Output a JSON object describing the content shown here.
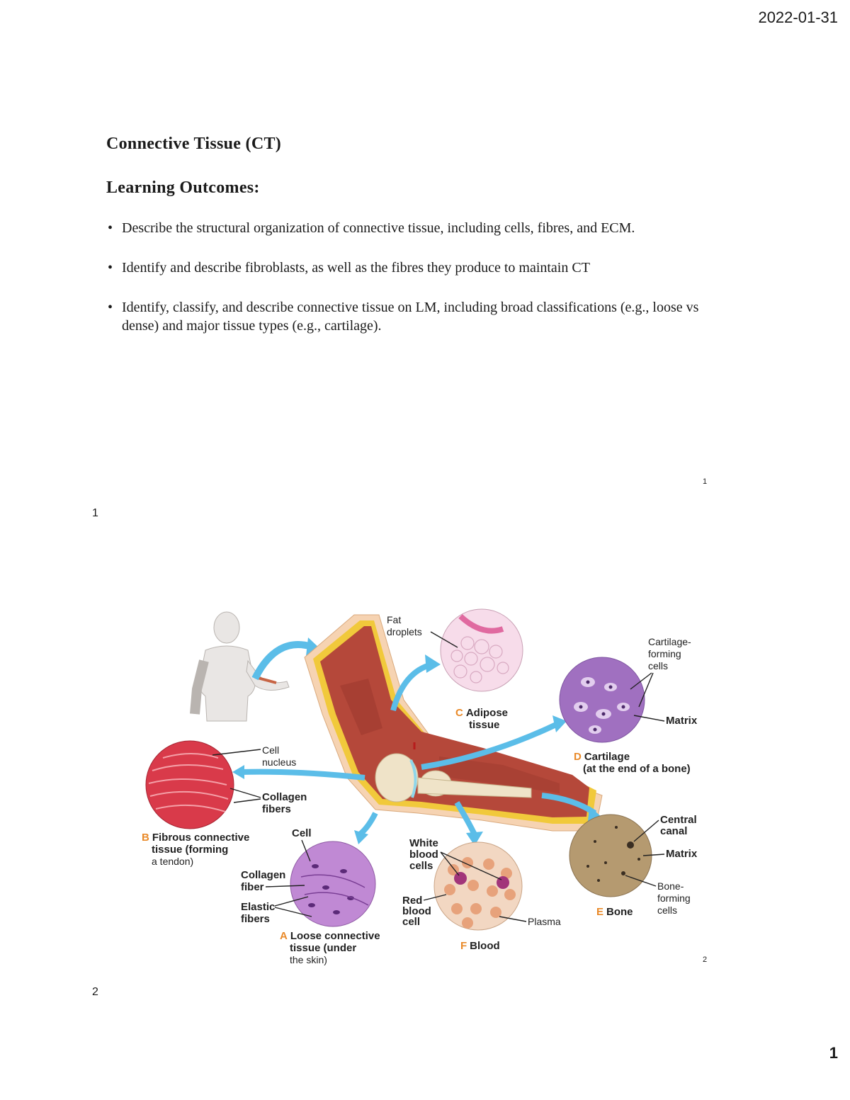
{
  "header": {
    "date": "2022-01-31"
  },
  "footer": {
    "page_number": "1"
  },
  "slide1": {
    "title": "Connective Tissue (CT)",
    "subtitle": "Learning Outcomes:",
    "outcomes": [
      "Describe the structural organization of  connective tissue, including cells, fibres, and ECM.",
      "Identify and describe fibroblasts, as well as the fibres they produce to maintain CT",
      "Identify, classify, and describe connective tissue on LM, including broad classifications (e.g., loose vs dense) and major tissue types (e.g., cartilage)."
    ],
    "inner_number": "1",
    "slide_number": "1"
  },
  "slide2": {
    "inner_number": "2",
    "slide_number": "2",
    "figure": {
      "fat_droplets": [
        "Fat",
        "droplets"
      ],
      "adipose": {
        "letter": "C",
        "lines": [
          "Adipose",
          "tissue"
        ]
      },
      "cartilage_forming_cells": [
        "Cartilage-",
        "forming",
        "cells"
      ],
      "matrix_cartilage": "Matrix",
      "cartilage": {
        "letter": "D",
        "lines": [
          "Cartilage",
          "(at the end of a bone)"
        ]
      },
      "cell_nucleus": [
        "Cell",
        "nucleus"
      ],
      "collagen_fibers": [
        "Collagen",
        "fibers"
      ],
      "fibrous": {
        "letter": "B",
        "lines": [
          "Fibrous connective",
          "tissue (forming",
          "a tendon)"
        ]
      },
      "cell": "Cell",
      "collagen_fiber": [
        "Collagen",
        "fiber"
      ],
      "elastic_fibers": [
        "Elastic",
        "fibers"
      ],
      "loose": {
        "letter": "A",
        "lines": [
          "Loose connective",
          "tissue (under",
          "the skin)"
        ]
      },
      "white_blood_cells": [
        "White",
        "blood",
        "cells"
      ],
      "red_blood_cell": [
        "Red",
        "blood",
        "cell"
      ],
      "plasma": "Plasma",
      "blood": {
        "letter": "F",
        "lines": [
          "Blood"
        ]
      },
      "central_canal": [
        "Central",
        "canal"
      ],
      "matrix_bone": "Matrix",
      "bone_forming_cells": [
        "Bone-",
        "forming",
        "cells"
      ],
      "bone": {
        "letter": "E",
        "lines": [
          "Bone"
        ]
      }
    }
  },
  "colors": {
    "arrow": "#5bbde8",
    "muscle": "#b5483a",
    "fat": "#f1c93b",
    "fibrous": "#d93a4a",
    "adipose": "#f7dcea",
    "cartilage": "#a070c0",
    "loose": "#b070c8",
    "blood": "#f2d7c2",
    "bone": "#b59a70",
    "letter": "#e98a2a"
  }
}
